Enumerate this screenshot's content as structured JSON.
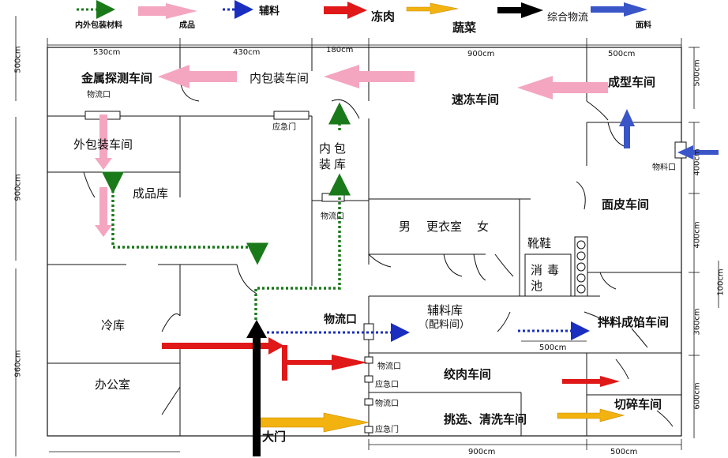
{
  "legend": [
    {
      "label": "内外包装材料",
      "color": "#1a7a1a",
      "style": "dotted"
    },
    {
      "label": "成品",
      "color": "#f4a6c0",
      "style": "thick"
    },
    {
      "label": "辅料",
      "color": "#1a2fbf",
      "style": "dotted"
    },
    {
      "label": "冻肉",
      "color": "#e01818",
      "style": "thick"
    },
    {
      "label": "蔬菜",
      "color": "#f2b20f",
      "style": "thick"
    },
    {
      "label": "综合物流",
      "color": "#000000",
      "style": "thick"
    },
    {
      "label": "面料",
      "color": "#3a55c8",
      "style": "thick"
    }
  ],
  "rooms": {
    "metal_detect": "金属探测车间",
    "inner_pack": "内包装车间",
    "quick_freeze": "速冻车间",
    "forming": "成型车间",
    "outer_pack": "外包装车间",
    "inner_pack_store": "内包装库",
    "finished_store": "成品库",
    "dough": "面皮车间",
    "male": "男",
    "locker": "更衣室",
    "female": "女",
    "shoes": "靴鞋",
    "disinfect": "消毒池",
    "cold_store": "冷库",
    "office": "办公室",
    "aux_store": "辅料库",
    "aux_store_sub": "（配料间）",
    "mixing": "拌料成馅车间",
    "mincing": "绞肉车间",
    "chopping": "切碎车间",
    "sorting": "挑选、清洗车间",
    "gate": "大门"
  },
  "labels": {
    "logistics_port": "物流口",
    "emergency_door": "应急门",
    "emergency_port": "应急口",
    "material_port": "物料口"
  },
  "dims": {
    "top": [
      "530cm",
      "430cm",
      "180cm",
      "900cm",
      "500cm"
    ],
    "bottom": [
      "900cm",
      "500cm"
    ],
    "mid": "500cm",
    "left": [
      "500cm",
      "900cm",
      "960cm"
    ],
    "right": [
      "500cm",
      "400cm",
      "400cm",
      "100cm",
      "360cm",
      "600cm"
    ]
  }
}
